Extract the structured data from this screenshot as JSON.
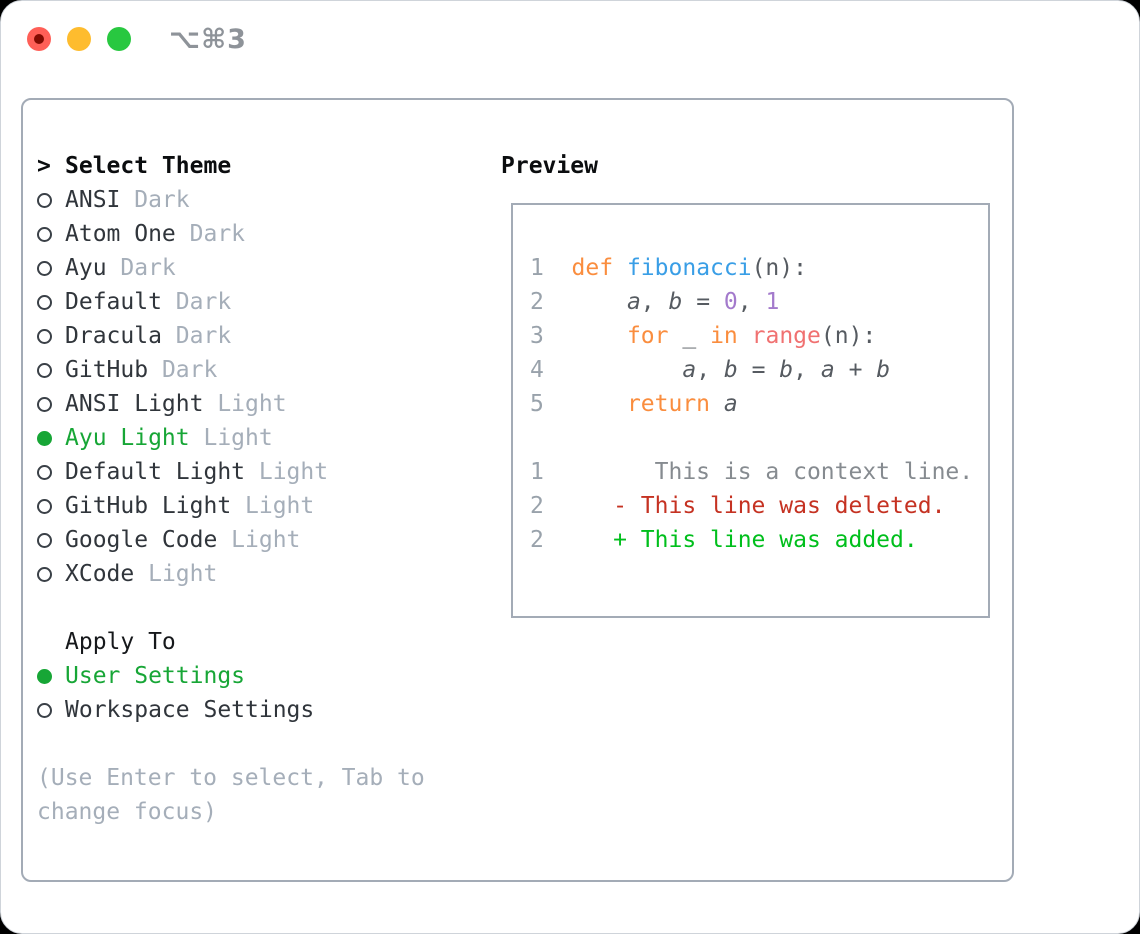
{
  "window": {
    "shortcut_label": "⌥⌘3"
  },
  "colors": {
    "green_selected": "#17a636",
    "diff_added": "#00bf1c",
    "diff_deleted": "#c53222",
    "diff_context": "#868b90",
    "syntax_keyword": "#fa8d3e",
    "syntax_function": "#399ee6",
    "syntax_special": "#f07171",
    "syntax_number": "#a37acc",
    "code_fg": "#565b61",
    "line_number": "#99a2ab",
    "list_name": "#30353b",
    "list_suffix": "#a5aeb9",
    "header_black": "#0b0d0f",
    "hint_gray": "#a5aeb9",
    "panel_border": "#a3abb6",
    "radio_ring": "#3a4047",
    "titlebar_gray": "#8e9399",
    "traffic_red": "#ff5f57",
    "traffic_red_dot": "#820b02",
    "traffic_yellow": "#febc2e",
    "traffic_green": "#28c840"
  },
  "theme_panel": {
    "header": {
      "marker": ">",
      "label": "Select Theme"
    },
    "themes": [
      {
        "name": "ANSI",
        "variant": "Dark",
        "selected": false
      },
      {
        "name": "Atom One",
        "variant": "Dark",
        "selected": false
      },
      {
        "name": "Ayu",
        "variant": "Dark",
        "selected": false
      },
      {
        "name": "Default",
        "variant": "Dark",
        "selected": false
      },
      {
        "name": "Dracula",
        "variant": "Dark",
        "selected": false
      },
      {
        "name": "GitHub",
        "variant": "Dark",
        "selected": false
      },
      {
        "name": "ANSI Light",
        "variant": "Light",
        "selected": false
      },
      {
        "name": "Ayu Light",
        "variant": "Light",
        "selected": true
      },
      {
        "name": "Default Light",
        "variant": "Light",
        "selected": false
      },
      {
        "name": "GitHub Light",
        "variant": "Light",
        "selected": false
      },
      {
        "name": "Google Code",
        "variant": "Light",
        "selected": false
      },
      {
        "name": "XCode",
        "variant": "Light",
        "selected": false
      }
    ],
    "apply_to": {
      "label": "Apply To",
      "options": [
        {
          "name": "User Settings",
          "selected": true
        },
        {
          "name": "Workspace Settings",
          "selected": false
        }
      ]
    },
    "hint_lines": [
      "(Use Enter to select, Tab to",
      "change focus)"
    ]
  },
  "preview": {
    "label": "Preview",
    "lines": [
      {
        "num": "1",
        "segs": [
          [
            "def",
            "kw"
          ],
          [
            " ",
            "fg"
          ],
          [
            "fibonacci",
            "fn"
          ],
          [
            "(n):",
            "fg"
          ]
        ]
      },
      {
        "num": "2",
        "segs": [
          [
            "    ",
            "fg"
          ],
          [
            "a",
            "var"
          ],
          [
            ", ",
            "fg"
          ],
          [
            "b",
            "var"
          ],
          [
            " = ",
            "fg"
          ],
          [
            "0",
            "num"
          ],
          [
            ", ",
            "fg"
          ],
          [
            "1",
            "num"
          ]
        ]
      },
      {
        "num": "3",
        "segs": [
          [
            "    ",
            "fg"
          ],
          [
            "for",
            "kw"
          ],
          [
            " ",
            "fg"
          ],
          [
            "_",
            "fg"
          ],
          [
            " ",
            "fg"
          ],
          [
            "in",
            "kw"
          ],
          [
            " ",
            "fg"
          ],
          [
            "range",
            "special"
          ],
          [
            "(n):",
            "fg"
          ]
        ]
      },
      {
        "num": "4",
        "segs": [
          [
            "        ",
            "fg"
          ],
          [
            "a",
            "var"
          ],
          [
            ", ",
            "fg"
          ],
          [
            "b",
            "var"
          ],
          [
            " = ",
            "fg"
          ],
          [
            "b",
            "var"
          ],
          [
            ", ",
            "fg"
          ],
          [
            "a",
            "var"
          ],
          [
            " + ",
            "fg"
          ],
          [
            "b",
            "var"
          ]
        ]
      },
      {
        "num": "5",
        "segs": [
          [
            "    ",
            "fg"
          ],
          [
            "return",
            "kw"
          ],
          [
            " ",
            "fg"
          ],
          [
            "a",
            "var"
          ]
        ]
      },
      {
        "num": "",
        "segs": []
      },
      {
        "num": "1",
        "segs": [
          [
            "      This is a context line.",
            "ctx"
          ]
        ]
      },
      {
        "num": "2",
        "segs": [
          [
            "   - This line was deleted.",
            "del"
          ]
        ]
      },
      {
        "num": "2",
        "segs": [
          [
            "   + This line was added.",
            "add"
          ]
        ]
      }
    ]
  }
}
